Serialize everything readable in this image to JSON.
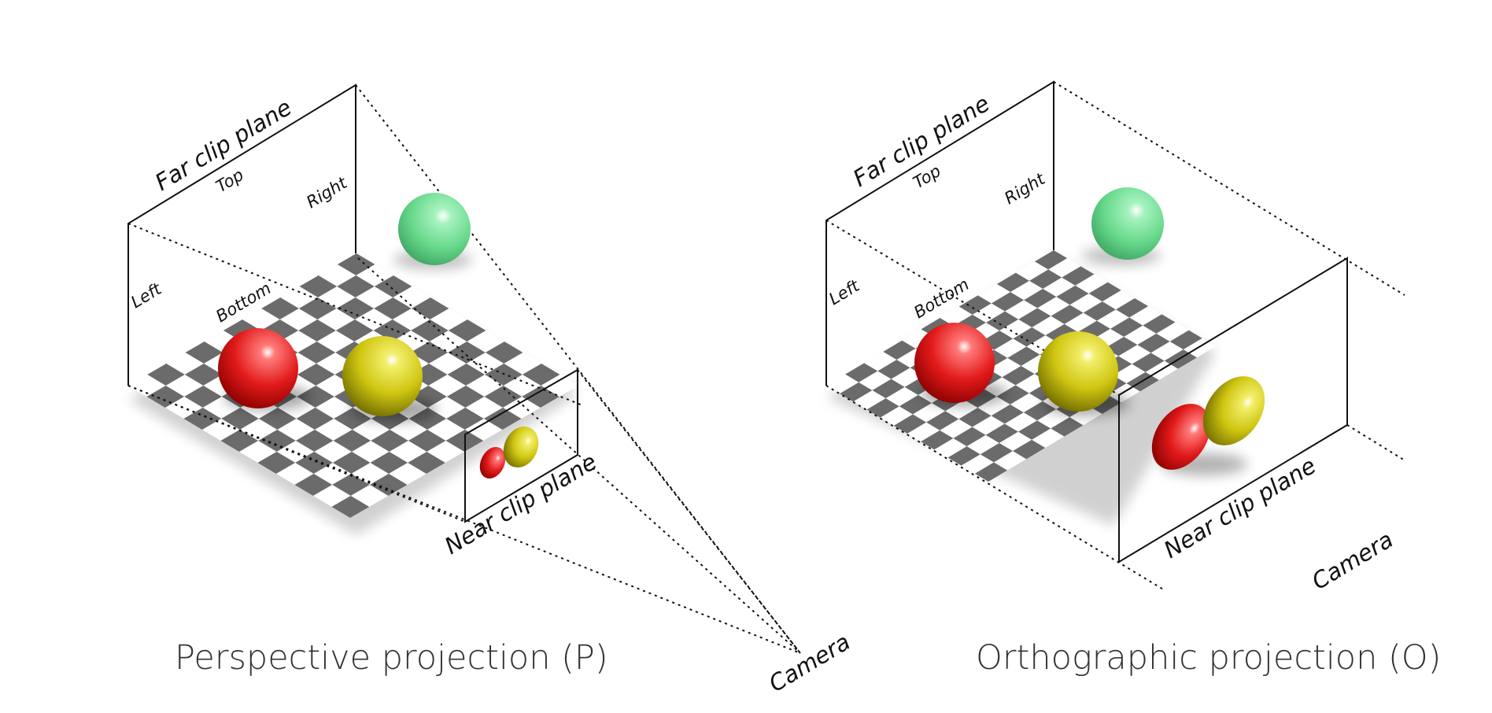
{
  "colors": {
    "red": "#e21a1a",
    "yellow": "#cfc611",
    "green": "#66d88a",
    "checker_dark": "#6b6b6b",
    "checker_light": "#ffffff",
    "line": "#111111"
  },
  "perspective": {
    "caption": "Perspective projection (P)",
    "far_label": "Far clip plane",
    "near_label": "Near clip plane",
    "camera_label": "Camera",
    "top_label": "Top",
    "right_label": "Right",
    "left_label": "Left",
    "bottom_label": "Bottom"
  },
  "orthographic": {
    "caption": "Orthographic projection (O)",
    "far_label": "Far clip plane",
    "near_label": "Near clip plane",
    "camera_label": "Camera",
    "top_label": "Top",
    "right_label": "Right",
    "left_label": "Left",
    "bottom_label": "Bottom"
  }
}
